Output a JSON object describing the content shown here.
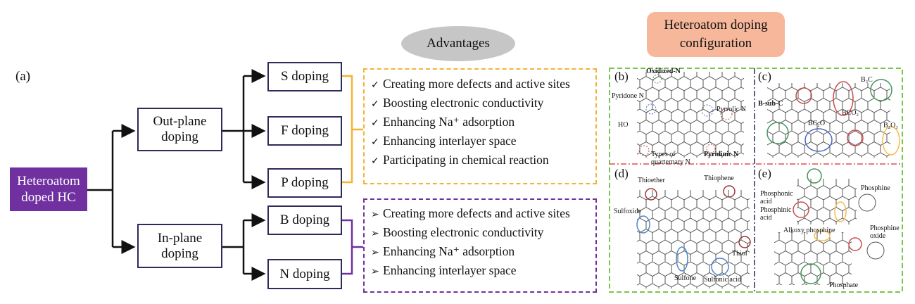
{
  "figure_label": "(a)",
  "root": {
    "line1": "Heteroatom",
    "line2": "doped HC"
  },
  "out_plane": {
    "line1": "Out-plane",
    "line2": "doping"
  },
  "in_plane": {
    "line1": "In-plane",
    "line2": "doping"
  },
  "dopings": [
    "S doping",
    "F doping",
    "P doping",
    "B doping",
    "N doping"
  ],
  "advantages_title": "Advantages",
  "config_title": {
    "line1": "Heteroatom doping",
    "line2": "configuration"
  },
  "out_plane_advantages": [
    "Creating more defects and active sites",
    "Boosting electronic conductivity",
    "Enhancing Na⁺ adsorption",
    "Enhancing interlayer space",
    "Participating in chemical reaction"
  ],
  "in_plane_advantages": [
    "Creating more defects and active sites",
    "Boosting electronic conductivity",
    "Enhancing Na⁺ adsorption",
    "Enhancing interlayer space"
  ],
  "markers": {
    "check": "✓",
    "arrow": "➢"
  },
  "colors": {
    "root_fill": "#7030a0",
    "out_plane_bracket": "#f5b335",
    "in_plane_bracket": "#7030a0",
    "panel_border": "#78c64a",
    "ellipse": "#c6c6c6",
    "config_fill": "#f6b79b"
  },
  "panels": {
    "b": {
      "label": "(b)",
      "annotations": [
        "Oxidized-N",
        "Pyridone N",
        "HO",
        "Pyrrolic N",
        "Types of quarternary N",
        "Pyridinic N"
      ]
    },
    "c": {
      "label": "(c)",
      "annotations": [
        "B-sub-C",
        "B₃C",
        "BCO₂",
        "BC₂O",
        "B₂O₃"
      ]
    },
    "d": {
      "label": "(d)",
      "annotations": [
        "Thioether",
        "Thiophene",
        "Sulfoxide",
        "Thiol",
        "Sulfone",
        "Sulfonic acid"
      ]
    },
    "e": {
      "label": "(e)",
      "annotations": [
        "Phosphonic acid",
        "Phosphinic acid",
        "Phosphine",
        "Alkoxy phosphine",
        "Phosphine oxide",
        "Phosphate"
      ]
    }
  }
}
